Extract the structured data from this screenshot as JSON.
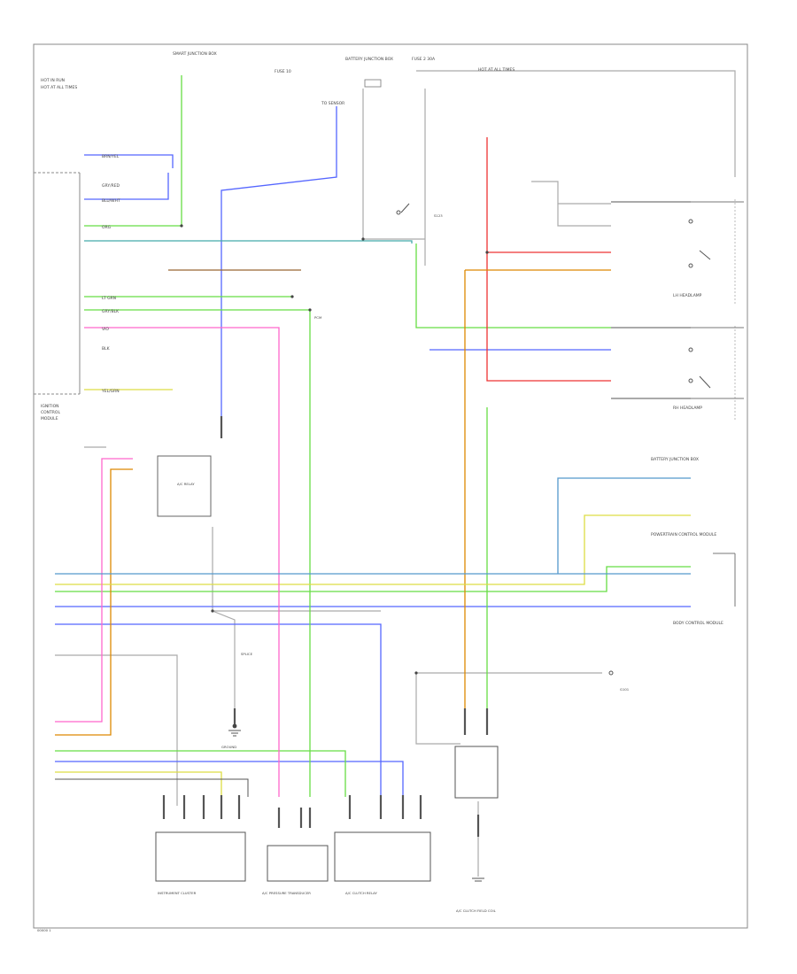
{
  "diagram": {
    "title": "",
    "footer_code": "00000 1",
    "colors": {
      "wire_gray": "#999999",
      "wire_blue": "#5555ff",
      "wire_green": "#66dd44",
      "wire_red": "#ee3333",
      "wire_orange": "#dd8800",
      "wire_yellow": "#dddd44",
      "wire_pink": "#ff66cc",
      "wire_teal": "#44aaaa",
      "wire_brown": "#996633",
      "frame": "#888888"
    },
    "left_labels": [
      "HOT IN RUN",
      "HOT AT ALL TIMES",
      "IGNITION",
      "CONTROL",
      "MODULE",
      "BRN/YEL",
      "GRY/RED",
      "BLU/WHT",
      "ORG",
      "LT GRN",
      "GRY/BLK",
      "BLK",
      "YEL/GRN",
      "VIO"
    ],
    "top_labels": [
      "SMART JUNCTION BOX",
      "FUSE 10",
      "BATTERY JUNCTION BOX",
      "FUSE 2 30A",
      "TO SENSOR",
      "HOT AT ALL TIMES"
    ],
    "right_labels": [
      "LH HEADLAMP",
      "RH HEADLAMP",
      "BATTERY JUNCTION BOX",
      "POWERTRAIN CONTROL MODULE",
      "BODY CONTROL MODULE"
    ],
    "bottom_labels": [
      "INSTRUMENT CLUSTER",
      "A/C PRESSURE TRANSDUCER",
      "A/C CLUTCH RELAY",
      "A/C CLUTCH FIELD COIL"
    ],
    "mid_labels": [
      "PCM",
      "A/C RELAY",
      "GROUND",
      "SPLICE",
      "S123",
      "G101"
    ]
  }
}
